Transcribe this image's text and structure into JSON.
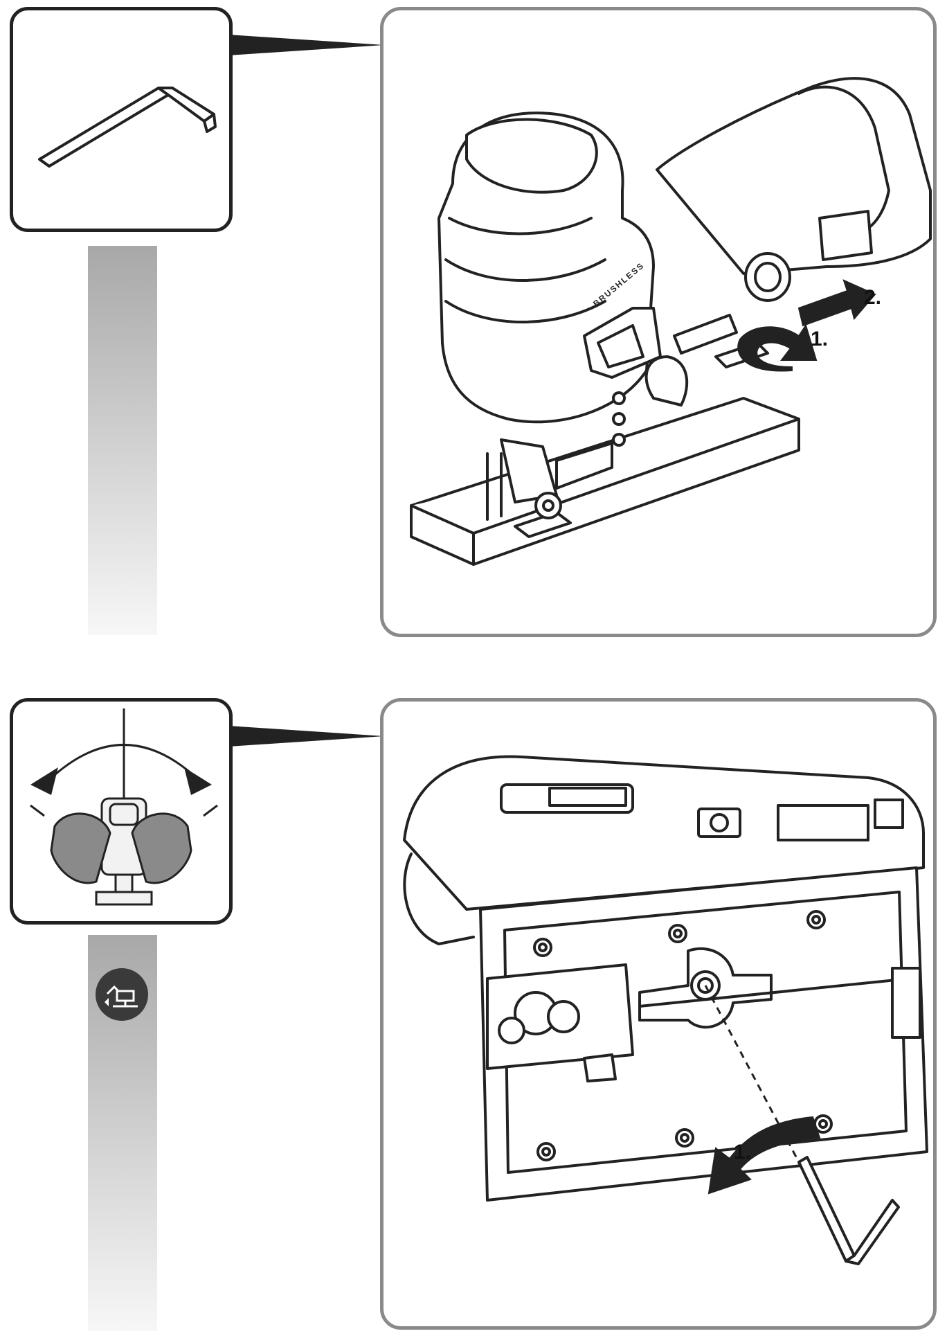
{
  "steps": {
    "top": {
      "tool_icon": "hex-key-icon",
      "labels": [
        "1.",
        "2."
      ],
      "brand_text": "BRUSHLESS"
    },
    "bottom": {
      "tool_icon": "blade-angle-icon",
      "badge_icon": "bevel-adjust-badge-icon",
      "labels": [
        "1."
      ]
    }
  },
  "colors": {
    "frame_dark": "#222222",
    "panel_border": "#8a8a8a",
    "strip_gray": "#a8a8a8",
    "arrow_black": "#111111"
  }
}
